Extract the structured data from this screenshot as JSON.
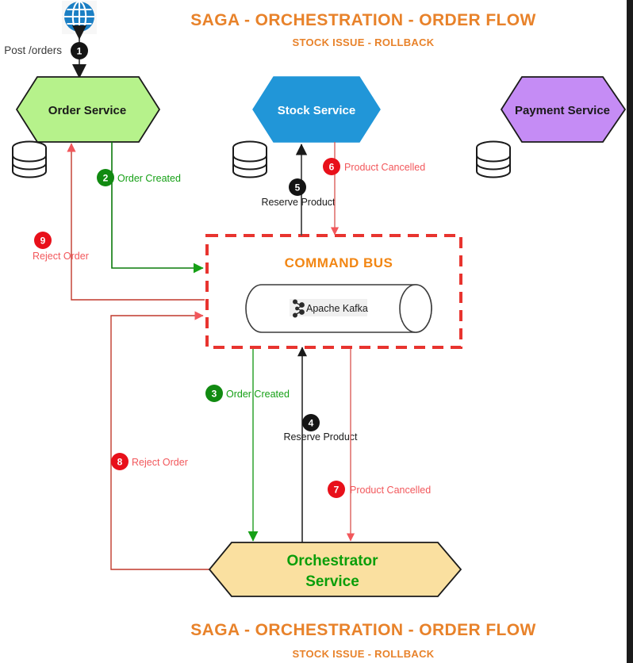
{
  "titles": {
    "top_main": "SAGA - ORCHESTRATION - ORDER FLOW",
    "top_sub": "STOCK ISSUE - ROLLBACK",
    "bottom_main": "SAGA - ORCHESTRATION - ORDER FLOW",
    "bottom_sub": "STOCK ISSUE - ROLLBACK"
  },
  "colors": {
    "title_orange": "#e8822a",
    "bus_orange": "#f28613",
    "order_service_fill": "#b6f28b",
    "stock_service_fill": "#2196d8",
    "payment_service_fill": "#c58cf5",
    "orchestrator_fill": "#fae0a0",
    "orchestrator_text": "#0a9e0a",
    "green_flow": "#16a016",
    "red_flow": "#f2575b",
    "black_flow": "#1a1a1a",
    "bus_border_red": "#e8342f",
    "globe_blue": "#1b7fc4",
    "badge_green": "#118a11",
    "badge_red": "#e8101a",
    "badge_black": "#141414"
  },
  "nodes": [
    {
      "id": "globe",
      "name": "Client / Internet",
      "icon": "globe-icon"
    },
    {
      "id": "order-service",
      "label": "Order Service",
      "shape": "hexagon",
      "fill": "#b6f28b",
      "text_color": "dark"
    },
    {
      "id": "stock-service",
      "label": "Stock Service",
      "shape": "hexagon",
      "fill": "#2196d8",
      "text_color": "light"
    },
    {
      "id": "payment-service",
      "label": "Payment Service",
      "shape": "hexagon",
      "fill": "#c58cf5",
      "text_color": "dark"
    },
    {
      "id": "orchestrator-service",
      "label_line1": "Orchestrator",
      "label_line2": "Service",
      "shape": "hexagon",
      "fill": "#fae0a0",
      "text_color": "orch"
    }
  ],
  "databases": [
    {
      "id": "order-db",
      "for": "Order Service"
    },
    {
      "id": "stock-db",
      "for": "Stock Service"
    },
    {
      "id": "payment-db",
      "for": "Payment Service"
    }
  ],
  "command_bus": {
    "title": "COMMAND BUS",
    "broker_label": "Apache Kafka",
    "broker_icon": "apache-kafka-icon",
    "border_style": "dashed",
    "border_color": "#e8342f"
  },
  "flows": [
    {
      "step": "1",
      "label": "Post /orders",
      "color": "black",
      "from": "Client",
      "to": "Order Service",
      "direction": "bidirectional"
    },
    {
      "step": "2",
      "label": "Order Created",
      "color": "green",
      "from": "Order Service",
      "to": "Command Bus"
    },
    {
      "step": "3",
      "label": "Order Created",
      "color": "green",
      "from": "Command Bus",
      "to": "Orchestrator Service"
    },
    {
      "step": "4",
      "label": "Reserve Product",
      "color": "black",
      "from": "Orchestrator Service",
      "to": "Command Bus"
    },
    {
      "step": "5",
      "label": "Reserve Product",
      "color": "black",
      "from": "Command Bus",
      "to": "Stock Service"
    },
    {
      "step": "6",
      "label": "Product Cancelled",
      "color": "red",
      "from": "Stock Service",
      "to": "Command Bus"
    },
    {
      "step": "7",
      "label": "Product Cancelled",
      "color": "red",
      "from": "Command Bus",
      "to": "Orchestrator Service"
    },
    {
      "step": "8",
      "label": "Reject Order",
      "color": "red",
      "from": "Orchestrator Service",
      "to": "Command Bus"
    },
    {
      "step": "9",
      "label": "Reject Order",
      "color": "red",
      "from": "Command Bus",
      "to": "Order Service"
    }
  ]
}
